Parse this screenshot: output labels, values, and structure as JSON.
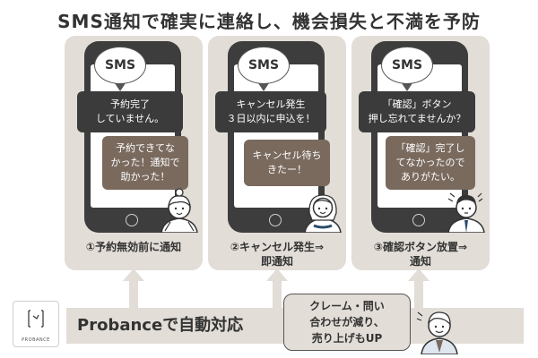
{
  "headline": "SMS通知で確実に連絡し、機会損失と不満を予防",
  "panels": [
    {
      "sms_label": "SMS",
      "message": "予約完了\nしていません。",
      "reaction": "予約できてな\nかった！通知で\n助かった！",
      "caption": "①予約無効前に通知"
    },
    {
      "sms_label": "SMS",
      "message": "キャンセル発生\n３日以内に申込を！",
      "reaction": "キャンセル待ち\nきたー！",
      "caption": "②キャンセル発生⇒\n即通知"
    },
    {
      "sms_label": "SMS",
      "message": "「確認」ボタン\n押し忘れてませんか？",
      "reaction": "「確認」完了し\nてなかったので\nありがたい。",
      "caption": "③確認ボタン放置⇒\n通知"
    }
  ],
  "bottom": {
    "logo_word": "PROBANCE",
    "label": "Probanceで自動対応",
    "result": "クレーム・問い\n合わせが減り、\n売り上げもUP"
  },
  "colors": {
    "panel_bg": "#e2ddd7",
    "phone": "#3d3d3d",
    "dark_bubble": "#3b3b3b",
    "brown_bubble": "#7a6a5e"
  }
}
